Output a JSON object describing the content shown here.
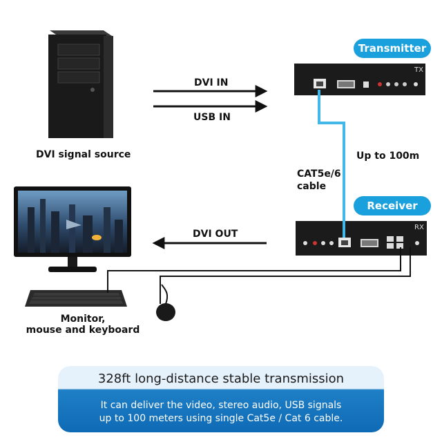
{
  "labels": {
    "transmitter": "Transmitter",
    "receiver": "Receiver",
    "dvi_in": "DVI IN",
    "usb_in": "USB IN",
    "dvi_out": "DVI OUT",
    "distance": "Up to 100m",
    "cable_line1": "CAT5e/6",
    "cable_line2": "cable",
    "source": "DVI signal source",
    "monitor_line1": "Monitor,",
    "monitor_line2": "mouse and keyboard",
    "tx_tag": "TX",
    "rx_tag": "RX"
  },
  "banner": {
    "title": "328ft long-distance stable transmission",
    "line1": "It can deliver the video, stereo audio, USB signals",
    "line2": "up to 100 meters using single Cat5e / Cat 6 cable."
  },
  "colors": {
    "accent": "#1aa0dc",
    "cable": "#41b8e8",
    "device": "#1b1b1b"
  }
}
